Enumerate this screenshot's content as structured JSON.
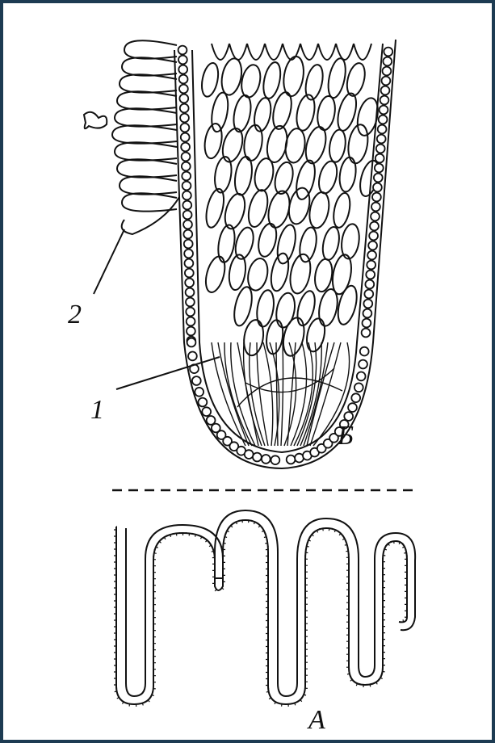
{
  "figure": {
    "labels": {
      "callout_1": "1",
      "callout_2": "2",
      "panel_b": "Б",
      "panel_a": "А"
    }
  },
  "colors": {
    "ink": "#111111",
    "paper": "#ffffff",
    "border": "#1d3b52"
  },
  "icons": [
    "gland-cell-icon",
    "villus-icon"
  ]
}
